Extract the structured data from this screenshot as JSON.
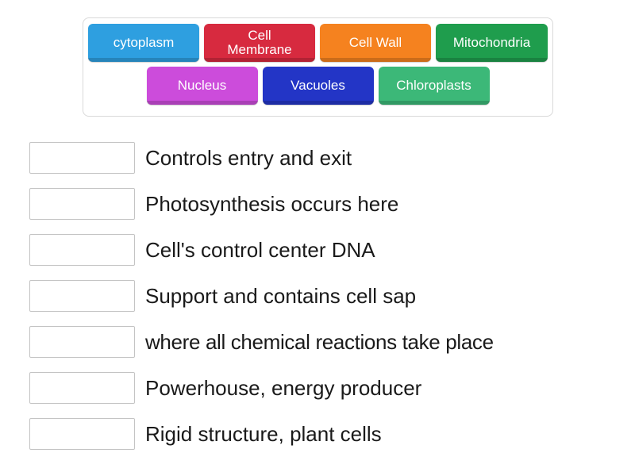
{
  "tile_bank": {
    "rows": [
      [
        {
          "label": "cytoplasm",
          "color": "#2e9fe0",
          "text_color": "#ffffff",
          "width": 140
        },
        {
          "label": "Cell\nMembrane",
          "color": "#d72a3f",
          "text_color": "#ffffff",
          "width": 140
        },
        {
          "label": "Cell Wall",
          "color": "#f5821f",
          "text_color": "#ffffff",
          "width": 140
        },
        {
          "label": "Mitochondria",
          "color": "#1f9d4d",
          "text_color": "#ffffff",
          "width": 141
        }
      ],
      [
        {
          "label": "Nucleus",
          "color": "#cc4cdb",
          "text_color": "#ffffff",
          "width": 140
        },
        {
          "label": "Vacuoles",
          "color": "#2335c6",
          "text_color": "#ffffff",
          "width": 140
        },
        {
          "label": "Chloroplasts",
          "color": "#3cb878",
          "text_color": "#ffffff",
          "width": 140
        }
      ]
    ]
  },
  "answers": [
    {
      "label": "Controls entry and exit",
      "value": ""
    },
    {
      "label": "Photosynthesis occurs here",
      "value": ""
    },
    {
      "label": "Cell's control center DNA",
      "value": ""
    },
    {
      "label": "Support and contains cell sap",
      "value": ""
    },
    {
      "label": "where all chemical reactions take place",
      "value": ""
    },
    {
      "label": "Powerhouse, energy producer",
      "value": ""
    },
    {
      "label": "Rigid structure, plant cells",
      "value": ""
    }
  ],
  "colors": {
    "page_background": "#ffffff",
    "bank_border": "#d9d9d9",
    "dropzone_border": "#c4c4c4",
    "text": "#1a1a1a"
  }
}
